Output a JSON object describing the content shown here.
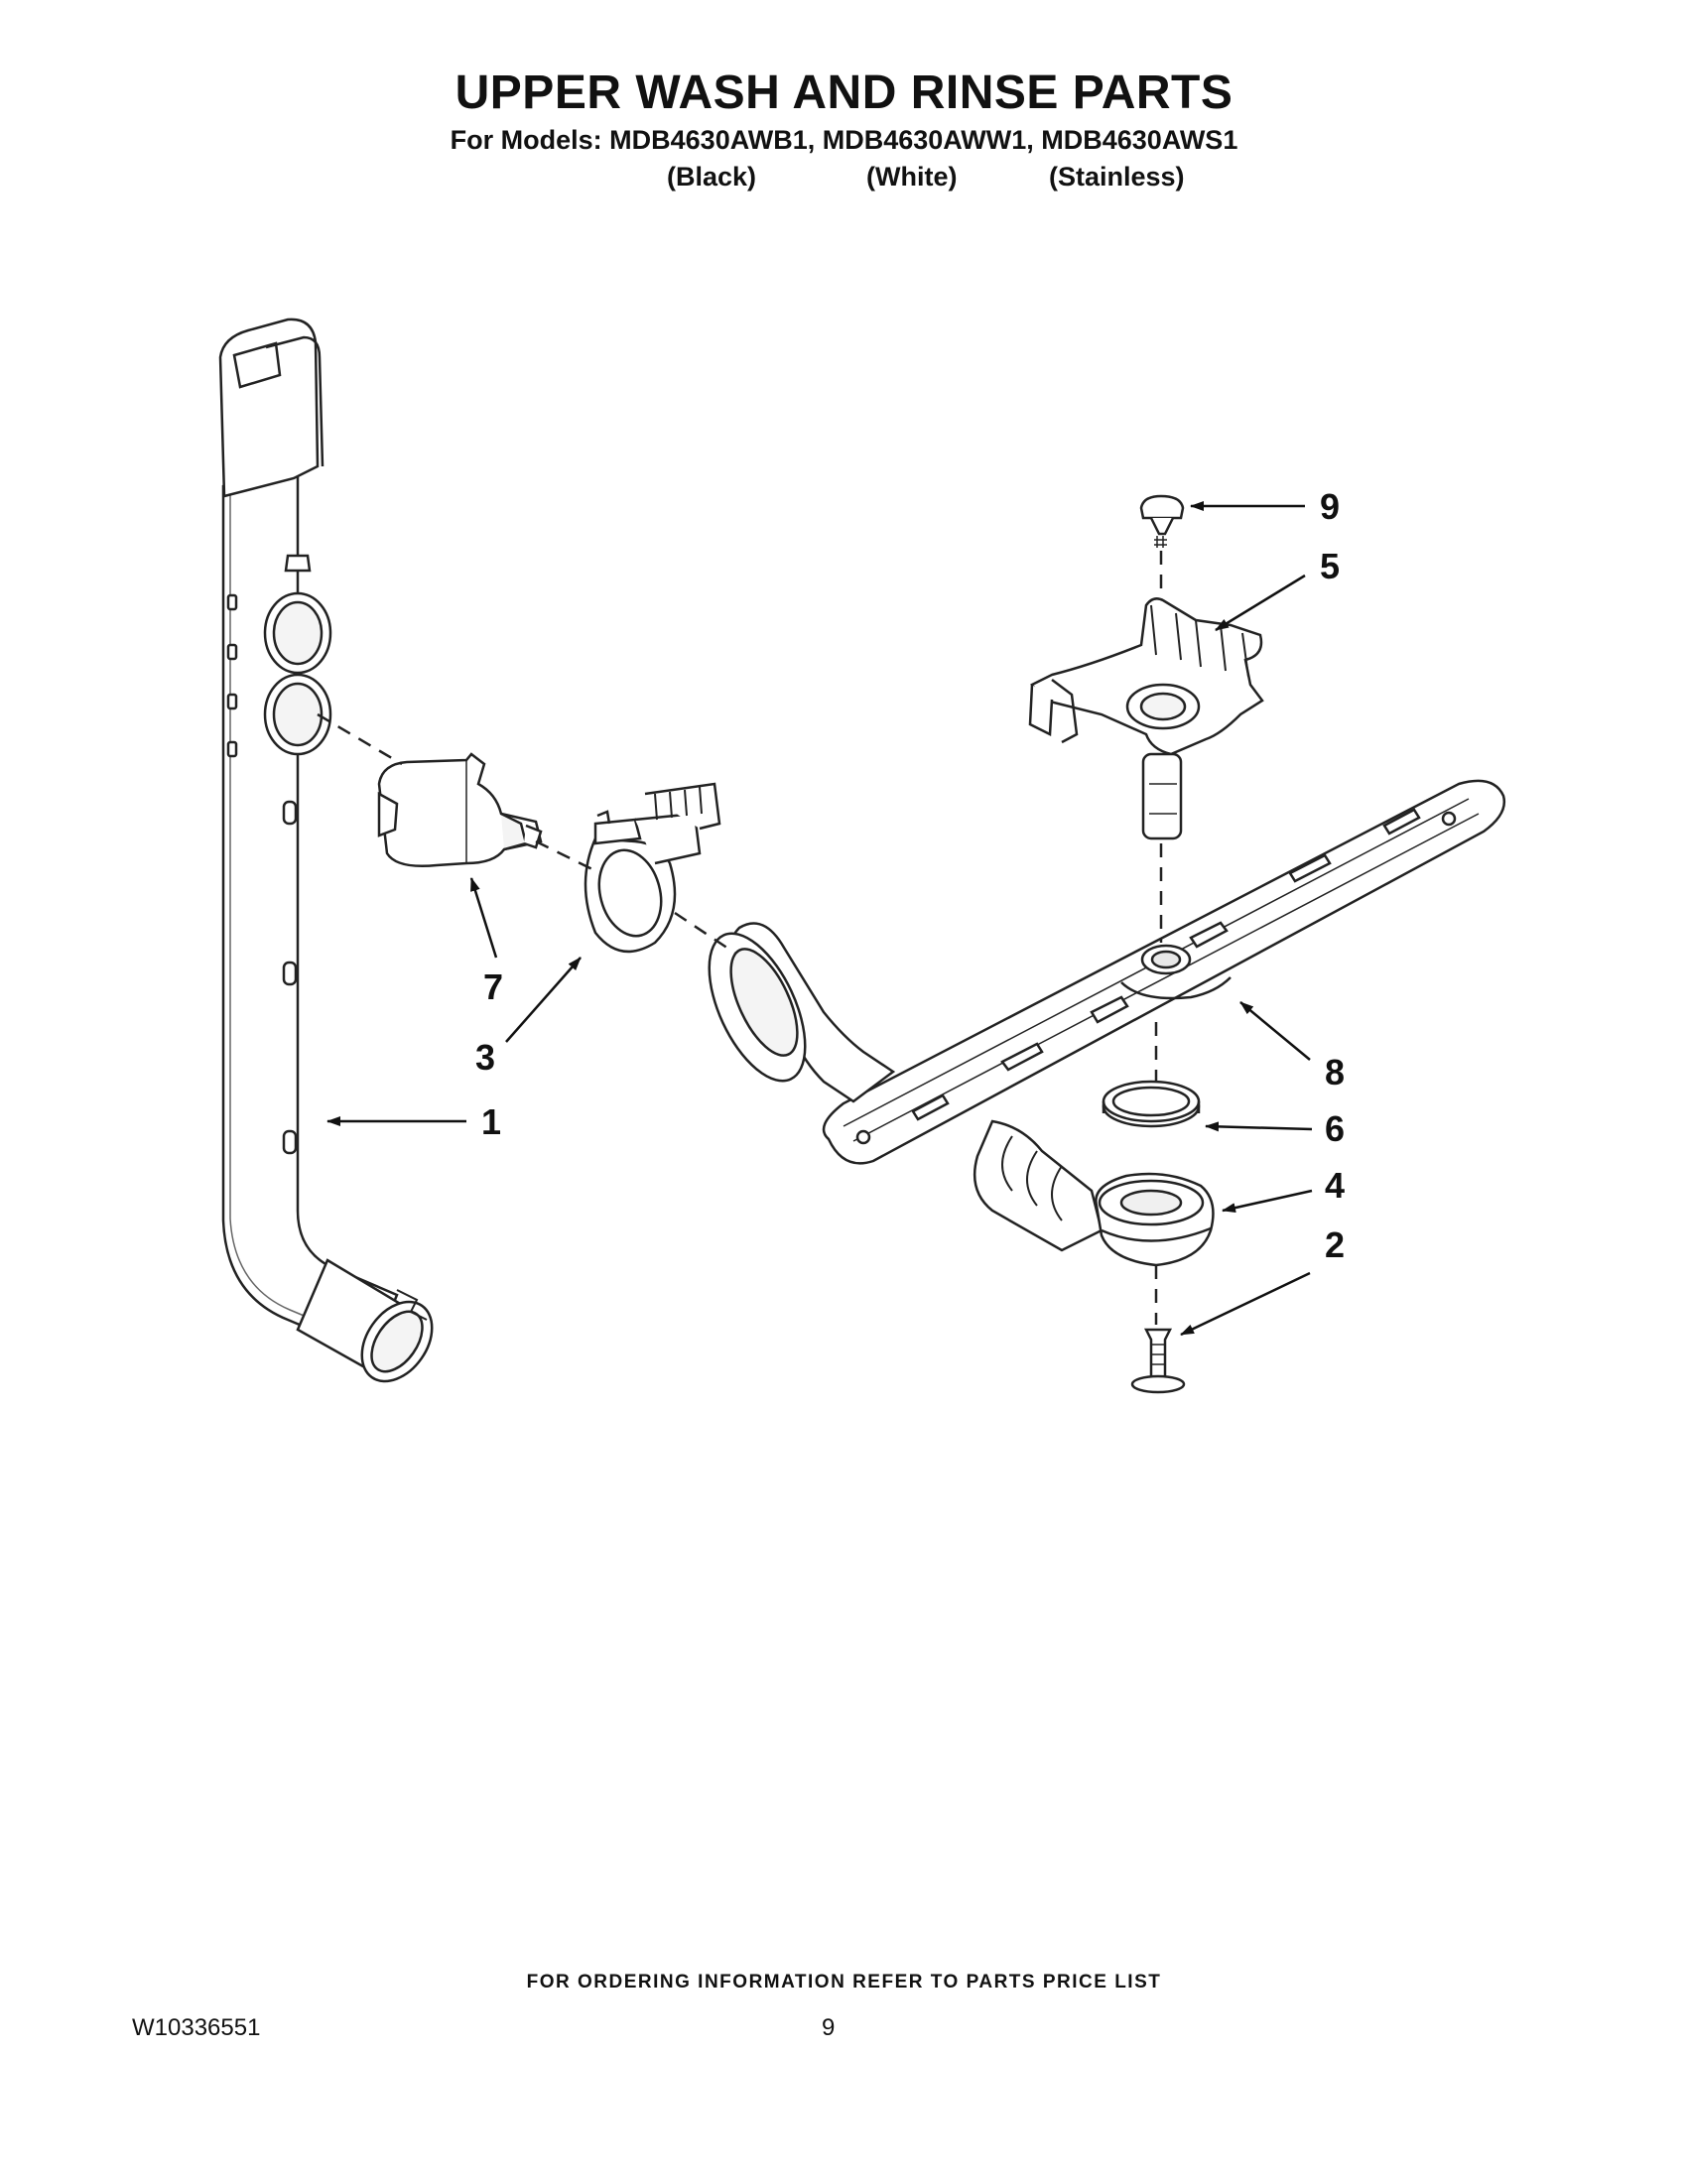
{
  "header": {
    "title": "UPPER WASH AND RINSE PARTS",
    "models_line": "For Models: MDB4630AWB1, MDB4630AWW1, MDB4630AWS1",
    "colors": [
      "(Black)",
      "(White)",
      "(Stainless)"
    ]
  },
  "callouts": [
    "9",
    "5",
    "7",
    "3",
    "1",
    "8",
    "6",
    "4",
    "2"
  ],
  "footer": {
    "note": "FOR ORDERING INFORMATION REFER TO PARTS PRICE LIST",
    "document_number": "W10336551",
    "page_number": "9"
  }
}
